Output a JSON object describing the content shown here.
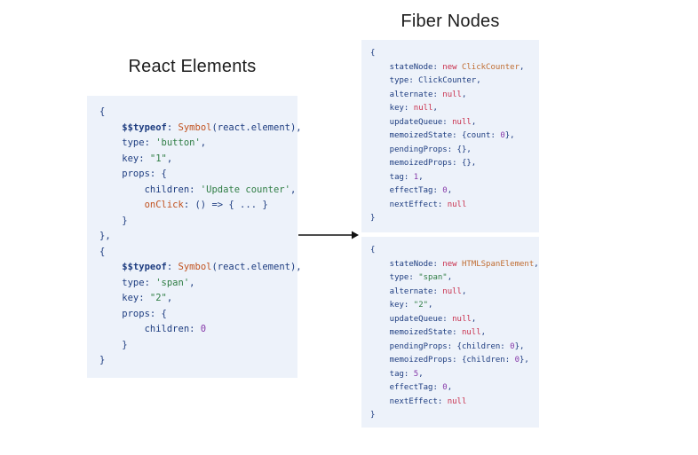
{
  "titles": {
    "left": "React Elements",
    "right": "Fiber Nodes"
  },
  "colors": {
    "page_bg": "#ffffff",
    "code_bg": "#edf2fa",
    "title_text": "#1d1d1d",
    "navy": "#1e3d80",
    "orange": "#c1521f",
    "constructor_orange": "#c06d32",
    "red": "#c92f4c",
    "string_green": "#2f7d44",
    "number_purple": "#8639a9",
    "arrow": "#111111"
  },
  "arrow": {
    "name": "react-elements-to-fiber-nodes",
    "direction": "right"
  },
  "code_blocks": {
    "react_elements": {
      "lines": [
        [
          [
            "{",
            "n"
          ]
        ],
        [
          [
            "    ",
            "n"
          ],
          [
            "$$typeof",
            "k"
          ],
          [
            ": ",
            "n"
          ],
          [
            "Symbol",
            "o"
          ],
          [
            "(react.element),",
            "n"
          ]
        ],
        [
          [
            "    type: ",
            "n"
          ],
          [
            "'button'",
            "g"
          ],
          [
            ",",
            "n"
          ]
        ],
        [
          [
            "    key: ",
            "n"
          ],
          [
            "\"1\"",
            "g"
          ],
          [
            ",",
            "n"
          ]
        ],
        [
          [
            "    props: {",
            "n"
          ]
        ],
        [
          [
            "        children: ",
            "n"
          ],
          [
            "'Update counter'",
            "g"
          ],
          [
            ",",
            "n"
          ]
        ],
        [
          [
            "        ",
            "n"
          ],
          [
            "onClick",
            "o"
          ],
          [
            ": () => { ... }",
            "n"
          ]
        ],
        [
          [
            "    }",
            "n"
          ]
        ],
        [
          [
            "},",
            "n"
          ]
        ],
        [
          [
            "{",
            "n"
          ]
        ],
        [
          [
            "    ",
            "n"
          ],
          [
            "$$typeof",
            "k"
          ],
          [
            ": ",
            "n"
          ],
          [
            "Symbol",
            "o"
          ],
          [
            "(react.element),",
            "n"
          ]
        ],
        [
          [
            "    type: ",
            "n"
          ],
          [
            "'span'",
            "g"
          ],
          [
            ",",
            "n"
          ]
        ],
        [
          [
            "    key: ",
            "n"
          ],
          [
            "\"2\"",
            "g"
          ],
          [
            ",",
            "n"
          ]
        ],
        [
          [
            "    props: {",
            "n"
          ]
        ],
        [
          [
            "        children: ",
            "n"
          ],
          [
            "0",
            "p"
          ]
        ],
        [
          [
            "    }",
            "n"
          ]
        ],
        [
          [
            "}",
            "n"
          ]
        ]
      ]
    },
    "fiber_node_1": {
      "lines": [
        [
          [
            "{",
            "n"
          ]
        ],
        [
          [
            "    stateNode: ",
            "n"
          ],
          [
            "new",
            "r"
          ],
          [
            " ",
            "n"
          ],
          [
            "ClickCounter",
            "c"
          ],
          [
            ",",
            "n"
          ]
        ],
        [
          [
            "    type: ClickCounter,",
            "n"
          ]
        ],
        [
          [
            "    alternate: ",
            "n"
          ],
          [
            "null",
            "r"
          ],
          [
            ",",
            "n"
          ]
        ],
        [
          [
            "    key: ",
            "n"
          ],
          [
            "null",
            "r"
          ],
          [
            ",",
            "n"
          ]
        ],
        [
          [
            "    updateQueue: ",
            "n"
          ],
          [
            "null",
            "r"
          ],
          [
            ",",
            "n"
          ]
        ],
        [
          [
            "    memoizedState: {count: ",
            "n"
          ],
          [
            "0",
            "p"
          ],
          [
            "},",
            "n"
          ]
        ],
        [
          [
            "    pendingProps: {},",
            "n"
          ]
        ],
        [
          [
            "    memoizedProps: {},",
            "n"
          ]
        ],
        [
          [
            "    tag: ",
            "n"
          ],
          [
            "1",
            "p"
          ],
          [
            ",",
            "n"
          ]
        ],
        [
          [
            "    effectTag: ",
            "n"
          ],
          [
            "0",
            "p"
          ],
          [
            ",",
            "n"
          ]
        ],
        [
          [
            "    nextEffect: ",
            "n"
          ],
          [
            "null",
            "r"
          ]
        ],
        [
          [
            "}",
            "n"
          ]
        ]
      ]
    },
    "fiber_node_2": {
      "lines": [
        [
          [
            "{",
            "n"
          ]
        ],
        [
          [
            "    stateNode: ",
            "n"
          ],
          [
            "new",
            "r"
          ],
          [
            " ",
            "n"
          ],
          [
            "HTMLSpanElement",
            "c"
          ],
          [
            ",",
            "n"
          ]
        ],
        [
          [
            "    type: ",
            "n"
          ],
          [
            "\"span\"",
            "g"
          ],
          [
            ",",
            "n"
          ]
        ],
        [
          [
            "    alternate: ",
            "n"
          ],
          [
            "null",
            "r"
          ],
          [
            ",",
            "n"
          ]
        ],
        [
          [
            "    key: ",
            "n"
          ],
          [
            "\"2\"",
            "g"
          ],
          [
            ",",
            "n"
          ]
        ],
        [
          [
            "    updateQueue: ",
            "n"
          ],
          [
            "null",
            "r"
          ],
          [
            ",",
            "n"
          ]
        ],
        [
          [
            "    memoizedState: ",
            "n"
          ],
          [
            "null",
            "r"
          ],
          [
            ",",
            "n"
          ]
        ],
        [
          [
            "    pendingProps: {children: ",
            "n"
          ],
          [
            "0",
            "p"
          ],
          [
            "},",
            "n"
          ]
        ],
        [
          [
            "    memoizedProps: {children: ",
            "n"
          ],
          [
            "0",
            "p"
          ],
          [
            "},",
            "n"
          ]
        ],
        [
          [
            "    tag: ",
            "n"
          ],
          [
            "5",
            "p"
          ],
          [
            ",",
            "n"
          ]
        ],
        [
          [
            "    effectTag: ",
            "n"
          ],
          [
            "0",
            "p"
          ],
          [
            ",",
            "n"
          ]
        ],
        [
          [
            "    nextEffect: ",
            "n"
          ],
          [
            "null",
            "r"
          ]
        ],
        [
          [
            "}",
            "n"
          ]
        ]
      ]
    }
  }
}
